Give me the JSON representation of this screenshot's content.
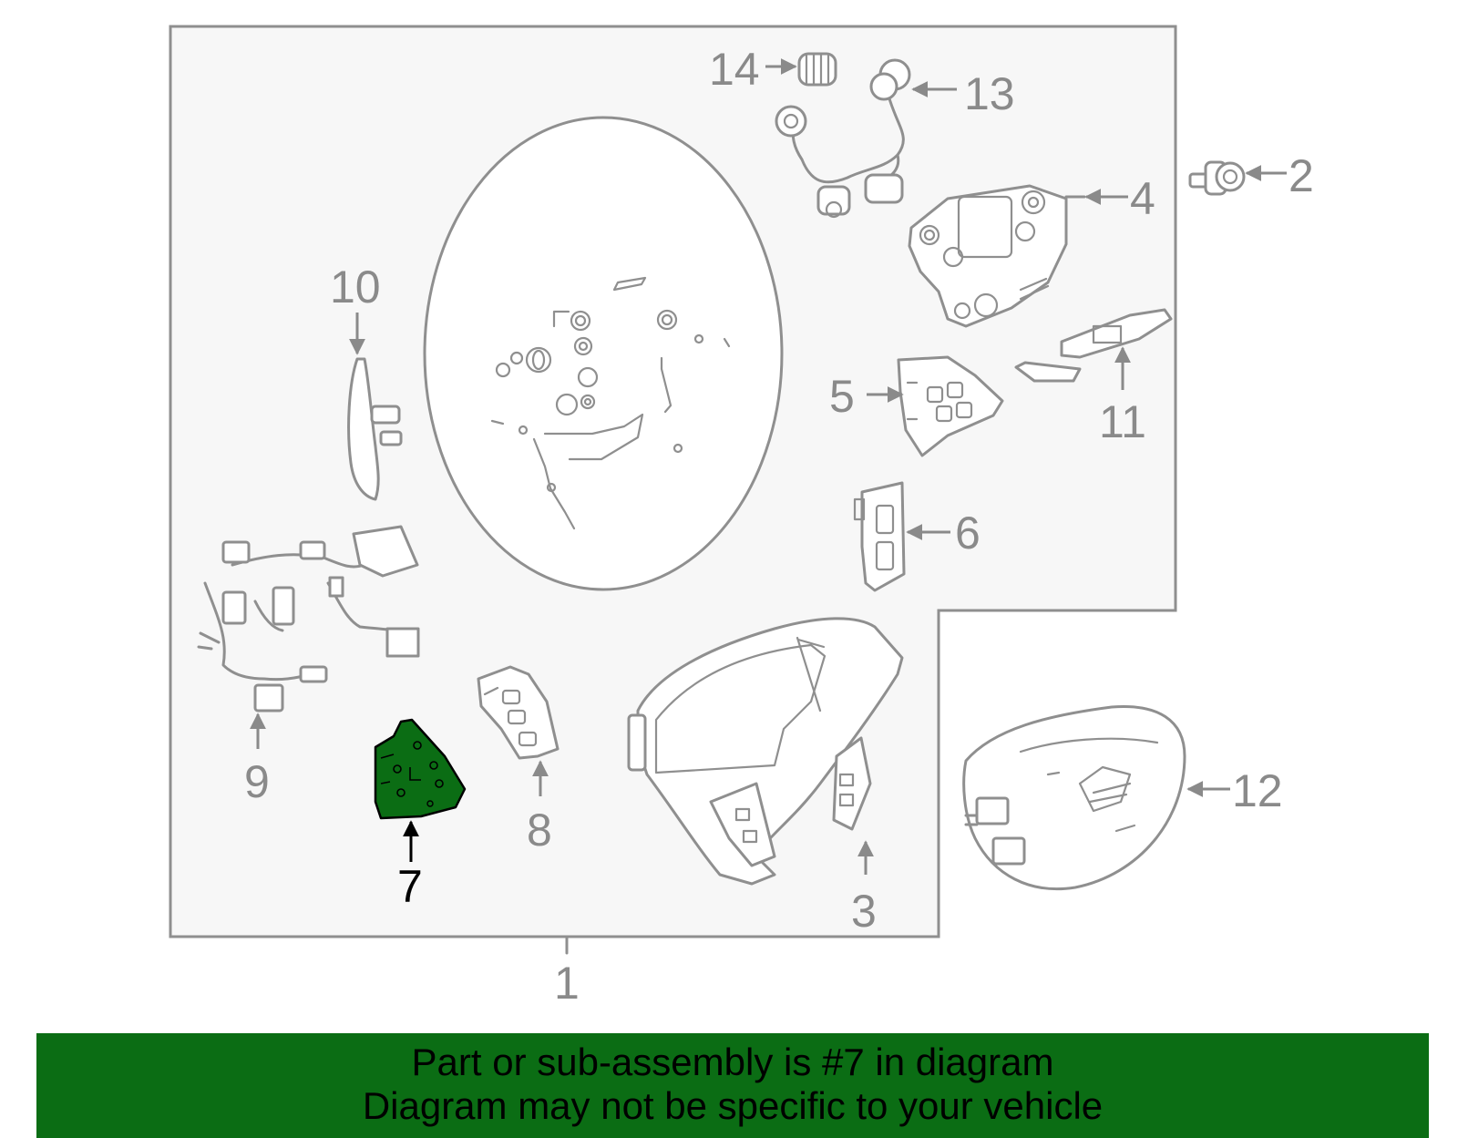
{
  "diagram": {
    "callouts": [
      "1",
      "2",
      "3",
      "4",
      "5",
      "6",
      "7",
      "8",
      "9",
      "10",
      "11",
      "12",
      "13",
      "14"
    ],
    "highlighted_part": "7",
    "highlight_color": "#0b6d14"
  },
  "banner": {
    "line1": "Part or sub-assembly is #7 in diagram",
    "line2": "Diagram may not be specific to your vehicle",
    "background": "#0b6d14"
  }
}
